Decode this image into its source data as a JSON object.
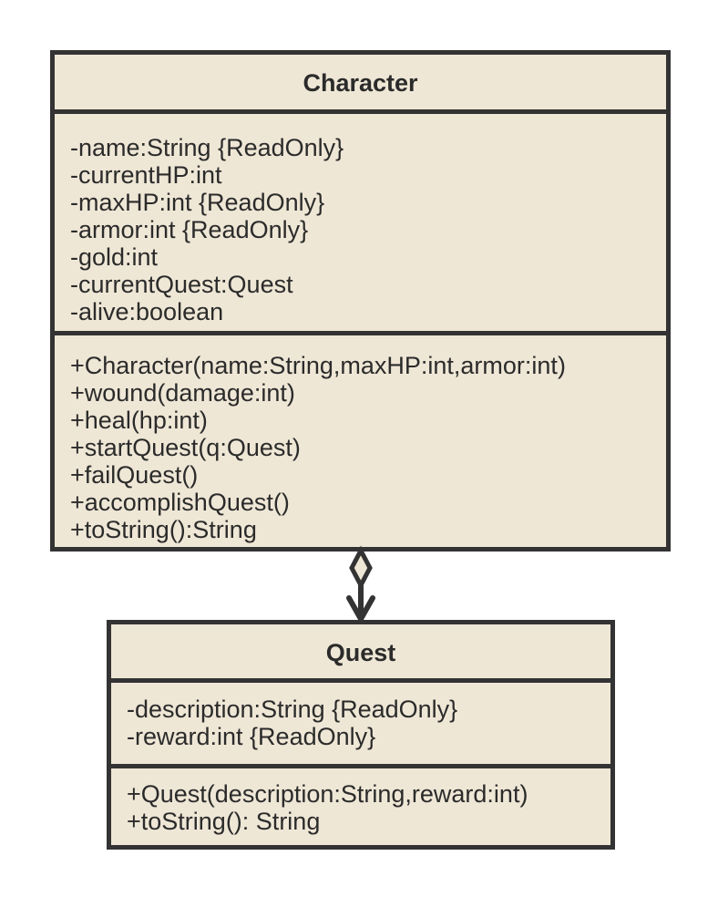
{
  "diagram": {
    "classes": [
      {
        "name": "Character",
        "attributes": [
          "-name:String {ReadOnly}",
          "-currentHP:int",
          "-maxHP:int {ReadOnly}",
          "-armor:int {ReadOnly}",
          "-gold:int",
          "-currentQuest:Quest",
          "-alive:boolean"
        ],
        "operations": [
          "+Character(name:String,maxHP:int,armor:int)",
          "+wound(damage:int)",
          "+heal(hp:int)",
          "+startQuest(q:Quest)",
          "+failQuest()",
          "+accomplishQuest()",
          "+toString():String"
        ]
      },
      {
        "name": "Quest",
        "attributes": [
          "-description:String {ReadOnly}",
          "-reward:int {ReadOnly}"
        ],
        "operations": [
          "+Quest(description:String,reward:int)",
          "+toString(): String"
        ]
      }
    ],
    "relationships": [
      {
        "type": "aggregation",
        "from": "Character",
        "to": "Quest",
        "navigable": true
      }
    ],
    "colors": {
      "box_fill": "#efe7d6",
      "line": "#333333",
      "text": "#2b2b2b"
    }
  }
}
